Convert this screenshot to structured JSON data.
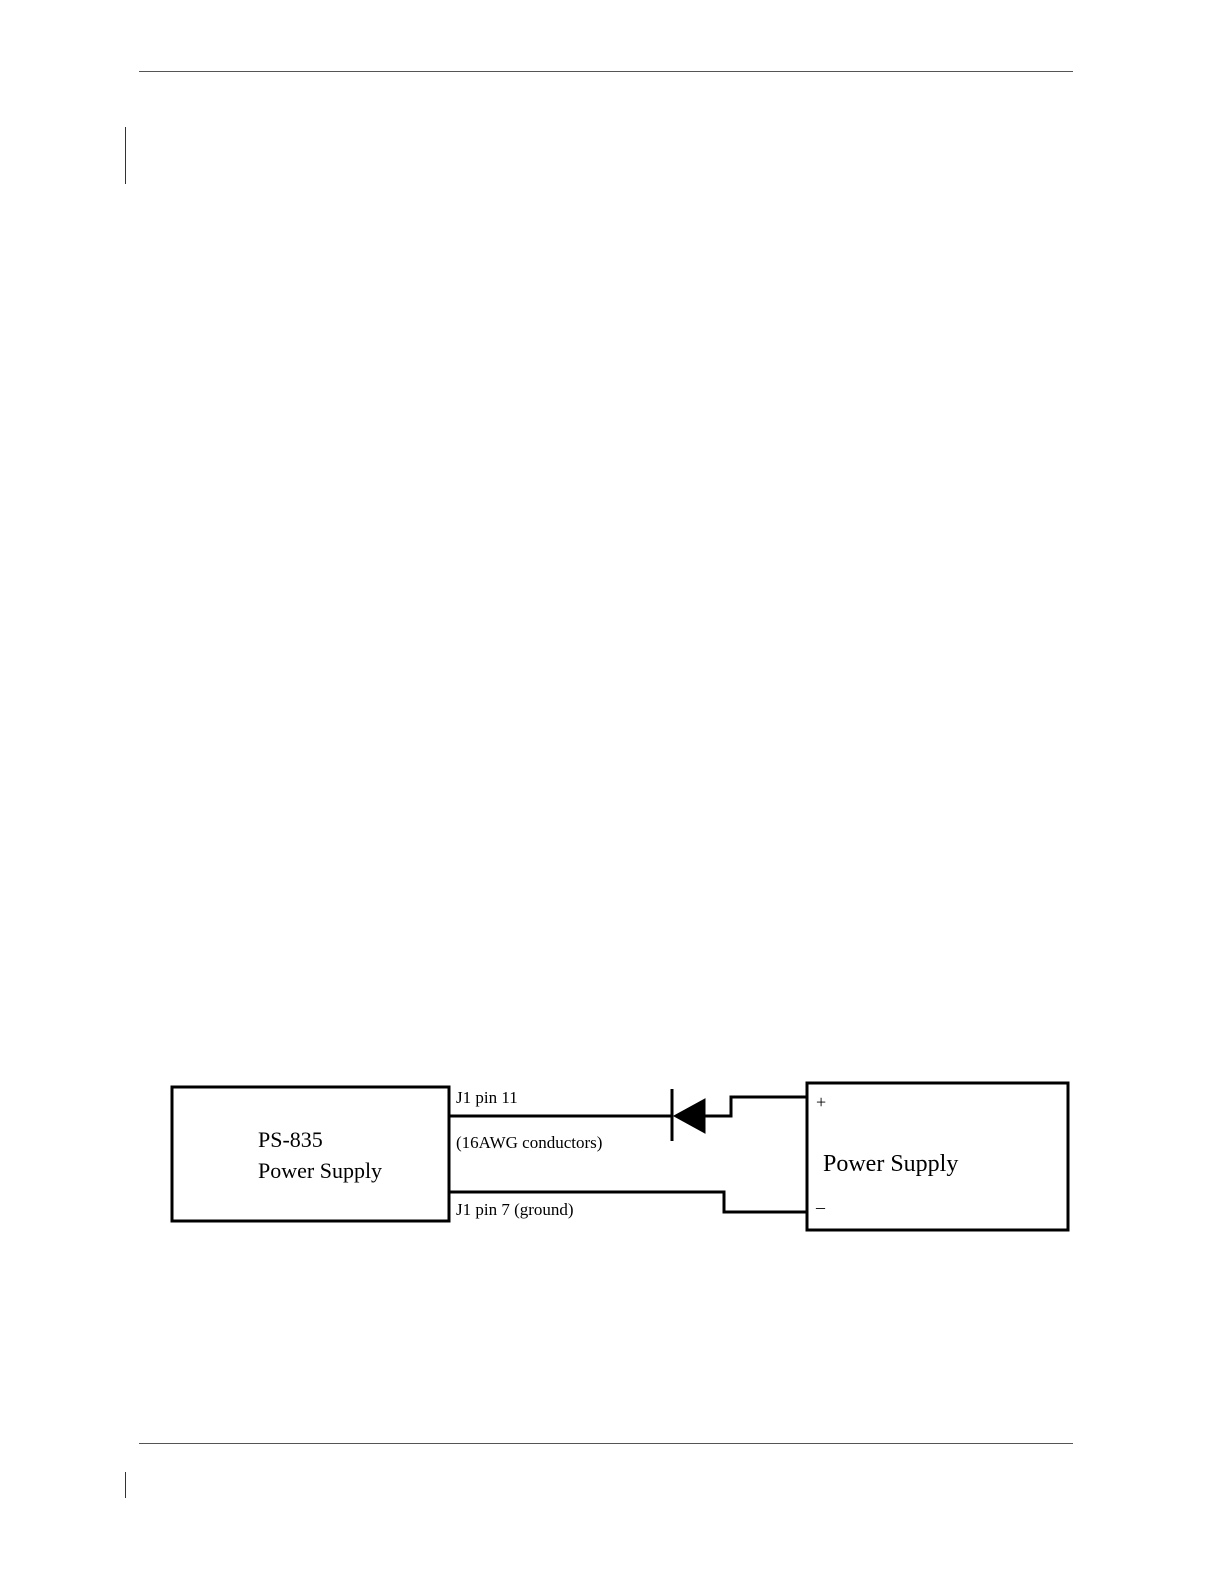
{
  "diagram": {
    "left_box": {
      "line1": "PS-835",
      "line2": "Power Supply"
    },
    "right_box": {
      "label": "Power Supply",
      "plus_terminal": "+",
      "minus_terminal": "–"
    },
    "wires": {
      "top_label": "J1 pin 11",
      "middle_label": "(16AWG conductors)",
      "bottom_label": "J1 pin 7 (ground)"
    },
    "colors": {
      "line": "#000000",
      "background": "#ffffff"
    }
  }
}
